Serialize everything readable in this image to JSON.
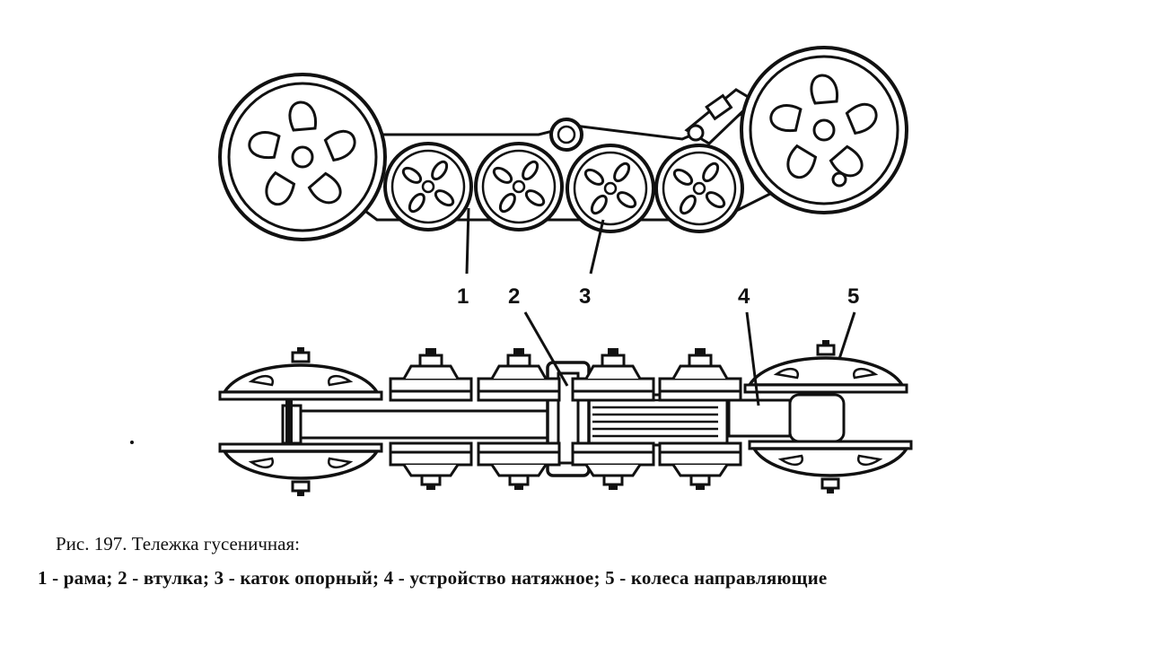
{
  "figure": {
    "callouts": [
      "1",
      "2",
      "3",
      "4",
      "5"
    ],
    "caption_title": "Рис. 197. Тележка гусеничная:",
    "caption_legend": "1 - рама; 2 - втулка; 3 - каток опорный; 4 - устройство натяжное; 5 - колеса направляющие"
  },
  "colors": {
    "ink": "#111111",
    "paper": "#ffffff"
  }
}
